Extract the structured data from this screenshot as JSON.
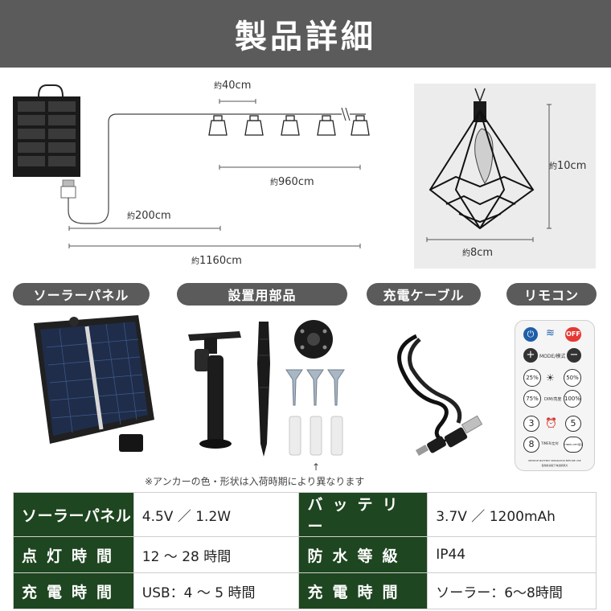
{
  "header": {
    "title": "製品詳細"
  },
  "diagram": {
    "spacing": {
      "prefix": "約",
      "value": "40cm"
    },
    "bulb_span": {
      "prefix": "約",
      "value": "960cm"
    },
    "lead": {
      "prefix": "約",
      "value": "200cm"
    },
    "total": {
      "prefix": "約",
      "value": "1160cm"
    }
  },
  "lamp": {
    "height": {
      "prefix": "約",
      "value": "10cm"
    },
    "width": {
      "prefix": "約",
      "value": "8cm"
    }
  },
  "sections": {
    "solar_panel": "ソーラーパネル",
    "mounting_parts": "設置用部品",
    "charging_cable": "充電ケーブル",
    "remote": "リモコン"
  },
  "remote_labels": {
    "off": "OFF",
    "mode": "MODE/模式",
    "plus": "+",
    "minus": "−",
    "p25": "25%",
    "p50": "50%",
    "p75": "75%",
    "p100": "100%",
    "dim": "DIM/亮度",
    "n3": "3",
    "n5": "5",
    "n8": "8",
    "timer": "TIMER/定时",
    "timer_off": "TIMER OFF/取消定时",
    "footer1": "REMOVE BATTERY SEPARATOR BEFORE USE",
    "footer2": "使用前请取下电池隔离片"
  },
  "note": "※アンカーの色・形状は入荷時期により異なります",
  "note_arrow": "↑",
  "specs": {
    "rows": [
      {
        "label1": "ソーラーパネル",
        "value1": "4.5V ／ 1.2W",
        "label2": "バッテリー",
        "value2": "3.7V ／ 1200mAh"
      },
      {
        "label1": "点灯時間",
        "value1": "12 〜 28 時間",
        "label2": "防水等級",
        "value2": "IP44"
      },
      {
        "label1": "充電時間",
        "value1": "USB：4 〜 5 時間",
        "label2": "充電時間",
        "value2": "ソーラー：6〜8時間"
      }
    ]
  },
  "colors": {
    "header_bg": "#5b5b5b",
    "table_label_bg": "#1e4620",
    "remote_off": "#e53935"
  }
}
